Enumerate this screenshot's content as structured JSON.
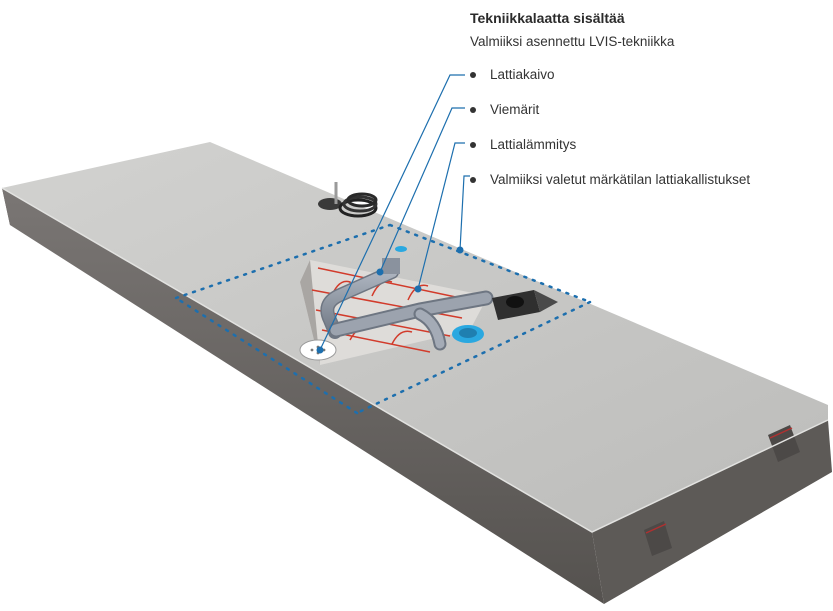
{
  "title": "Tekniikkalaatta sisältää",
  "subtitle": "Valmiiksi asennettu LVIS-tekniikka",
  "items": [
    {
      "label": "Lattiakaivo"
    },
    {
      "label": "Viemärit"
    },
    {
      "label": "Lattialämmitys"
    },
    {
      "label": "Valmiiksi valetut märkätilan lattiakallistukset"
    }
  ],
  "colors": {
    "accent": "#1d6fae",
    "drain": "#2aa8e0",
    "slab_top": "#c9c9c7",
    "slab_side": "#6b6866",
    "heating": "#d23b2b",
    "pipe": "#8e96a3"
  }
}
